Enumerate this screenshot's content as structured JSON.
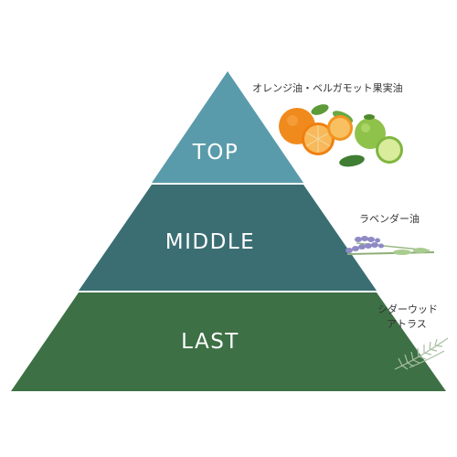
{
  "pyramid": {
    "tiers": [
      {
        "label": "TOP",
        "color": "#5a9bab"
      },
      {
        "label": "MIDDLE",
        "color": "#3b6e73"
      },
      {
        "label": "LAST",
        "color": "#3e7045"
      }
    ]
  },
  "notes": {
    "top": {
      "text": "オレンジ油・ベルガモット果実油",
      "image": "orange-bergamot-icon"
    },
    "middle": {
      "text": "ラベンダー油",
      "image": "lavender-icon"
    },
    "last": {
      "line1": "シダーウッド",
      "line2": "アトラス",
      "image": "cedarwood-icon"
    }
  }
}
